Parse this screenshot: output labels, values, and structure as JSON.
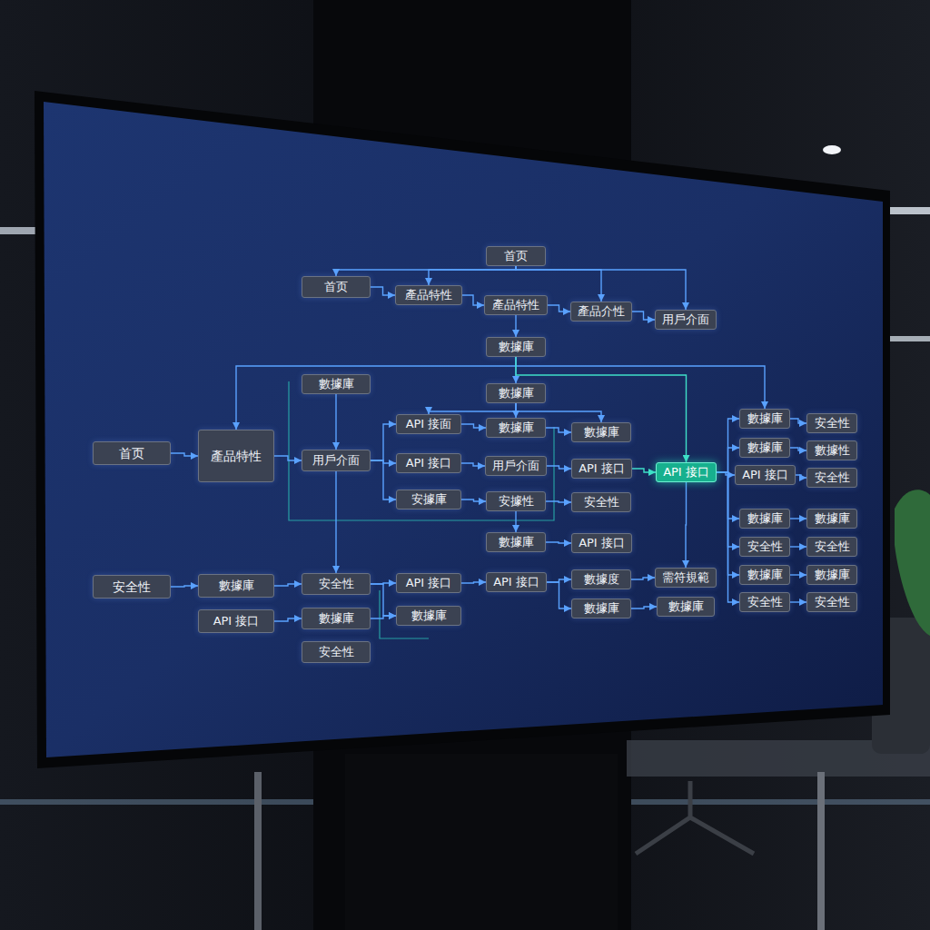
{
  "diagram": {
    "nodes": [
      {
        "text": [
          "首页"
        ]
      },
      {
        "text": [
          "首页"
        ]
      },
      {
        "text": [
          "產品特性"
        ]
      },
      {
        "text": [
          "產品特性"
        ]
      },
      {
        "text": [
          "產品介性"
        ]
      },
      {
        "text": [
          "用戶介面"
        ]
      },
      {
        "text": [
          "數據庫"
        ]
      },
      {
        "text": [
          "數據庫"
        ]
      },
      {
        "text": [
          "數據庫"
        ]
      },
      {
        "text": [
          "首页"
        ]
      },
      {
        "text": [
          "產品特性"
        ]
      },
      {
        "text": [
          "API 接面"
        ]
      },
      {
        "text": [
          "數據庫"
        ]
      },
      {
        "text": [
          "數據庫"
        ]
      },
      {
        "text": [
          "用戶介面"
        ]
      },
      {
        "text": [
          "API 接口"
        ]
      },
      {
        "text": [
          "用戶介面"
        ]
      },
      {
        "text": [
          "API 接口"
        ]
      },
      {
        "text": [
          "API 接口"
        ]
      },
      {
        "text": [
          "安據庫"
        ]
      },
      {
        "text": [
          "安據性"
        ]
      },
      {
        "text": [
          "安全性"
        ]
      },
      {
        "text": [
          "數據庫"
        ]
      },
      {
        "text": [
          "安全性"
        ]
      },
      {
        "text": [
          "數據庫"
        ]
      },
      {
        "text": [
          "數據性"
        ]
      },
      {
        "text": [
          "API 接口"
        ]
      },
      {
        "text": [
          "安全性"
        ]
      },
      {
        "text": [
          "數據庫"
        ]
      },
      {
        "text": [
          "數據庫"
        ]
      },
      {
        "text": [
          "安全性"
        ]
      },
      {
        "text": [
          "安全性"
        ]
      },
      {
        "text": [
          "數據庫"
        ]
      },
      {
        "text": [
          "數據庫"
        ]
      },
      {
        "text": [
          "安全性"
        ]
      },
      {
        "text": [
          "安全性"
        ]
      },
      {
        "text": [
          "數據庫"
        ]
      },
      {
        "text": [
          "API 接口"
        ]
      },
      {
        "text": [
          "安全性"
        ]
      },
      {
        "text": [
          "數據庫"
        ]
      },
      {
        "text": [
          "安全性"
        ]
      },
      {
        "text": [
          "API 接口"
        ]
      },
      {
        "text": [
          "API 接口"
        ]
      },
      {
        "text": [
          "數據度"
        ]
      },
      {
        "text": [
          "需符規範"
        ]
      },
      {
        "text": [
          "數據庫"
        ]
      },
      {
        "text": [
          "數據庫"
        ]
      },
      {
        "text": [
          "API 接口"
        ]
      },
      {
        "text": [
          "數據庫"
        ]
      },
      {
        "text": [
          "數據庫"
        ]
      },
      {
        "text": [
          "安全性"
        ]
      }
    ],
    "edges": [
      {
        "from": 0,
        "to": 1,
        "arrow": "to"
      },
      {
        "from": 0,
        "to": 2,
        "arrow": "to"
      },
      {
        "from": 0,
        "to": 4,
        "arrow": "to"
      },
      {
        "from": 0,
        "to": 5,
        "arrow": "to"
      },
      {
        "from": 1,
        "to": 2,
        "arrow": "to"
      },
      {
        "from": 2,
        "to": 3,
        "arrow": "to"
      },
      {
        "from": 3,
        "to": 4,
        "arrow": "to"
      },
      {
        "from": 4,
        "to": 5,
        "arrow": "to"
      },
      {
        "from": 3,
        "to": 6,
        "arrow": "to"
      },
      {
        "from": 6,
        "to": 8,
        "arrow": "to"
      },
      {
        "from": 6,
        "to": 10,
        "arrow": "to"
      },
      {
        "from": 6,
        "to": 22,
        "arrow": "to"
      },
      {
        "from": 6,
        "to": 18,
        "arrow": "to"
      },
      {
        "from": 8,
        "to": 11,
        "arrow": "to"
      },
      {
        "from": 8,
        "to": 12,
        "arrow": "to"
      },
      {
        "from": 8,
        "to": 13,
        "arrow": "to"
      },
      {
        "from": 9,
        "to": 10,
        "arrow": "to"
      },
      {
        "from": 10,
        "to": 14,
        "arrow": "to"
      },
      {
        "from": 7,
        "to": 14,
        "arrow": "to"
      },
      {
        "from": 14,
        "to": 11,
        "arrow": "to"
      },
      {
        "from": 14,
        "to": 15,
        "arrow": "to"
      },
      {
        "from": 14,
        "to": 19,
        "arrow": "to"
      },
      {
        "from": 11,
        "to": 12,
        "arrow": "to"
      },
      {
        "from": 12,
        "to": 13,
        "arrow": "to"
      },
      {
        "from": 15,
        "to": 16,
        "arrow": "to"
      },
      {
        "from": 16,
        "to": 17,
        "arrow": "to"
      },
      {
        "from": 17,
        "to": 18,
        "arrow": "to"
      },
      {
        "from": 19,
        "to": 20,
        "arrow": "to"
      },
      {
        "from": 20,
        "to": 21,
        "arrow": "to"
      },
      {
        "from": 18,
        "to": 22,
        "arrow": "to"
      },
      {
        "from": 18,
        "to": 24,
        "arrow": "to"
      },
      {
        "from": 18,
        "to": 26,
        "arrow": "to"
      },
      {
        "from": 18,
        "to": 28,
        "arrow": "to"
      },
      {
        "from": 18,
        "to": 30,
        "arrow": "to"
      },
      {
        "from": 18,
        "to": 32,
        "arrow": "to"
      },
      {
        "from": 18,
        "to": 34,
        "arrow": "to"
      },
      {
        "from": 22,
        "to": 23,
        "arrow": "to"
      },
      {
        "from": 24,
        "to": 25,
        "arrow": "to"
      },
      {
        "from": 26,
        "to": 27,
        "arrow": "to"
      },
      {
        "from": 28,
        "to": 29,
        "arrow": "to"
      },
      {
        "from": 30,
        "to": 31,
        "arrow": "to"
      },
      {
        "from": 32,
        "to": 33,
        "arrow": "to"
      },
      {
        "from": 34,
        "to": 35,
        "arrow": "to"
      },
      {
        "from": 20,
        "to": 36,
        "arrow": "to"
      },
      {
        "from": 36,
        "to": 37,
        "arrow": "to"
      },
      {
        "from": 14,
        "to": 40,
        "arrow": "to"
      },
      {
        "from": 38,
        "to": 39,
        "arrow": "to"
      },
      {
        "from": 39,
        "to": 40,
        "arrow": "to"
      },
      {
        "from": 47,
        "to": 48,
        "arrow": "to"
      },
      {
        "from": 40,
        "to": 41,
        "arrow": "to"
      },
      {
        "from": 40,
        "to": 49,
        "arrow": "to"
      },
      {
        "from": 48,
        "to": 49,
        "arrow": "to"
      },
      {
        "from": 41,
        "to": 42,
        "arrow": "to"
      },
      {
        "from": 42,
        "to": 43,
        "arrow": "to"
      },
      {
        "from": 42,
        "to": 45,
        "arrow": "to"
      },
      {
        "from": 43,
        "to": 44,
        "arrow": "to"
      },
      {
        "from": 45,
        "to": 46,
        "arrow": "to"
      },
      {
        "from": 18,
        "to": 44,
        "arrow": "to"
      }
    ]
  }
}
